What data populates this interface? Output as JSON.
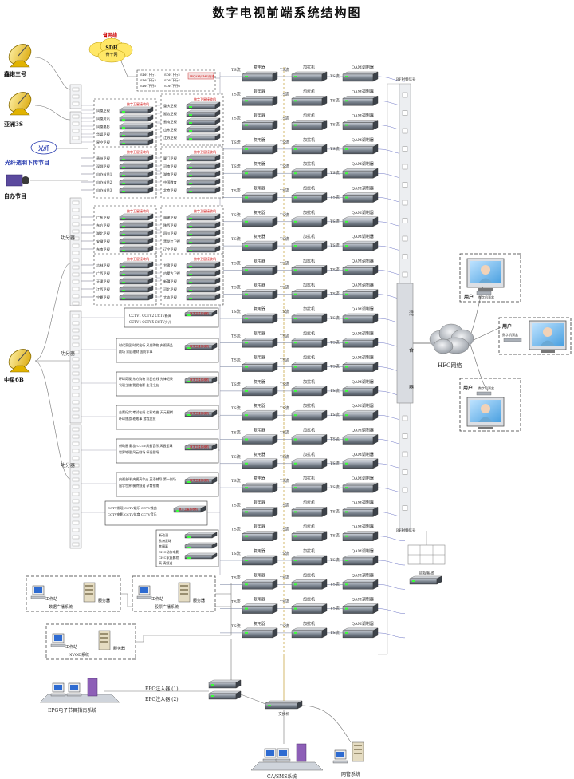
{
  "title": "数字电视前端系统结构图",
  "sources": {
    "provincial_net": "省网络",
    "sdh": "SDH",
    "sdh_sub": "骨干网",
    "sat1": "鑫诺三号",
    "sat2": "亚洲3S",
    "sat3": "中星6B",
    "fiber_badge": "光纤",
    "fiber_label": "光纤透明下传节目",
    "self_program": "自办节目",
    "splitter": "功分器"
  },
  "sdh_ports": [
    "SDH下行1",
    "SDH下行2",
    "SDH下行3",
    "SDH下行4",
    "SDH下行5",
    "SDH下行6"
  ],
  "devices": {
    "mux": "复用器",
    "ts": "TS流",
    "scrambler": "加扰机",
    "qam": "QAM调制器",
    "rf_top": "RF射频信号",
    "rf_bottom": "RF射频信号",
    "combiner": [
      "混",
      "合",
      "器"
    ],
    "hfc": "HFC网络",
    "switch": "交换机"
  },
  "receiver_group_label": "数字卫星接收机",
  "receiver_groups": [
    [
      "凤凰卫视",
      "凤凰资讯",
      "凤凰电影",
      "华娱卫视",
      "星空卫视"
    ],
    [
      "重庆卫视",
      "延边卫视",
      "云南卫视",
      "山东卫视",
      "江苏卫视"
    ],
    [
      "贵州卫视",
      "深圳卫视",
      "自办节目1",
      "自办节目2",
      "自办节目3"
    ],
    [
      "厦门卫视",
      "河南卫视",
      "湖南卫视",
      "中国教育",
      "北京卫视"
    ],
    [
      "广东卫视",
      "东方卫视",
      "湖北卫视",
      "安徽卫视",
      "东南卫视"
    ],
    [
      "福建卫视",
      "陕西卫视",
      "四川卫视",
      "黑龙江卫视",
      "辽宁卫视"
    ],
    [
      "吉林卫视",
      "广西卫视",
      "天津卫视",
      "江西卫视",
      "宁夏卫视"
    ],
    [
      "甘肃卫视",
      "内蒙古卫视",
      "新疆卫视",
      "河北卫视",
      "大连卫视"
    ]
  ],
  "cctv_box": [
    "CCTV1  CCTV2  CCTV新闻",
    "CCTV4  CCTV5  CCTV少儿"
  ],
  "pay_boxes": [
    [
      "时代家居 时代出行 风尚购物 央视精品",
      "剧场 家庭理财 国防军事"
    ],
    [
      "环球奇观 东方购物 彩民在线 先锋纪录",
      "发现之旅 我爱电影 生活之友"
    ],
    [
      "金鹰纪实 考试在线 七彩戏曲 天元围棋",
      "环球旅游 老故事 游戏竞技"
    ],
    [
      "新动画 靓妆 CCTV风云音乐 风云足球",
      "世界地理 风云剧场 怀旧剧场"
    ],
    [
      "央视台球 央视高尔夫 英语辅导 第一剧场",
      "留学世界 模特频道 孕育指南"
    ],
    [
      "CCTV发现 CCTV娱乐 CCTV戏曲",
      "CCTV电影 CCTV体育 CCTV音乐"
    ]
  ],
  "pay_box_last": [
    "新动漫",
    "欧洲足球",
    "幸福彩",
    "CHC动作电影",
    "CHC家庭影院",
    "高 清频道"
  ],
  "ipqam_label": "IPQAM/SMS/标准",
  "systems": {
    "data_broadcast": "数据广播系统",
    "stock_broadcast": "股票广播系统",
    "nvod": "NVOD系统",
    "workstation": "工作站",
    "server": "服务器",
    "epg": "EPG电子节目指南系统",
    "epg_inj1": "EPG注入器 (1)",
    "epg_inj2": "EPG注入器 (2)",
    "casms": "CA/SMS系统",
    "netmgmt": "网管系统",
    "monitor": "监视系统"
  },
  "users": {
    "user": "用户",
    "stb": "数字机顶盒"
  }
}
